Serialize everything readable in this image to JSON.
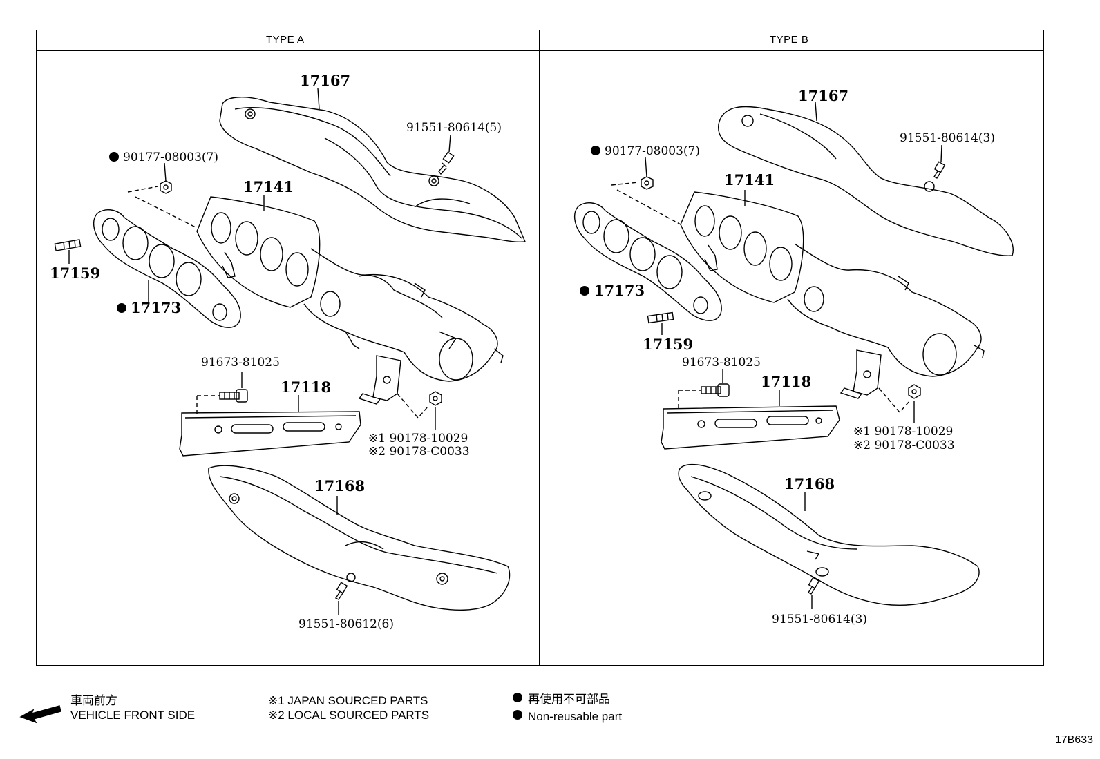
{
  "panels": {
    "type_a": "TYPE A",
    "type_b": "TYPE B"
  },
  "type_a": {
    "p17167": "17167",
    "p91551a": "91551-80614(5)",
    "p90177": "90177-08003(7)",
    "p17141": "17141",
    "p17159": "17159",
    "p17173": "17173",
    "p91673": "91673-81025",
    "p17118": "17118",
    "p90178_1": "※1 90178-10029",
    "p90178_2": "※2 90178-C0033",
    "p17168": "17168",
    "p91551b": "91551-80612(6)"
  },
  "type_b": {
    "p17167": "17167",
    "p91551a": "91551-80614(3)",
    "p90177": "90177-08003(7)",
    "p17141": "17141",
    "p17173": "17173",
    "p17159": "17159",
    "p91673": "91673-81025",
    "p17118": "17118",
    "p90178_1": "※1 90178-10029",
    "p90178_2": "※2 90178-C0033",
    "p17168": "17168",
    "p91551b": "91551-80614(3)"
  },
  "legend": {
    "front_jp": "車両前方",
    "front_en": "VEHICLE FRONT SIDE",
    "japan_parts": "※1  JAPAN SOURCED PARTS",
    "local_parts": "※2  LOCAL SOURCED PARTS",
    "nonreuse_jp": "再使用不可部品",
    "nonreuse_en": "Non-reusable part"
  },
  "doc_code": "17B633"
}
